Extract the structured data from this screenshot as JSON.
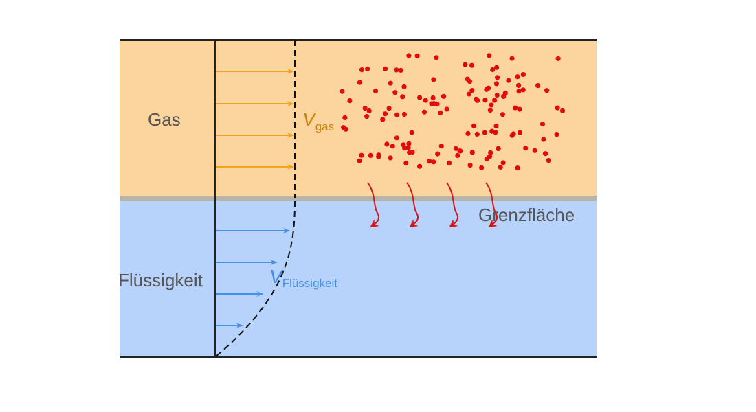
{
  "labels": {
    "gas": "Gas",
    "liquid": "Flüssigkeit",
    "interface": "Grenzfläche",
    "v_gas_main": "V",
    "v_gas_sub": "gas",
    "v_liquid_main": "V",
    "v_liquid_sub": "Flüssigkeit"
  },
  "colors": {
    "gas_fill": "#fcd59e",
    "liquid_fill": "#b7d3fb",
    "interface_line": "#b9b3a8",
    "gas_arrow": "#f5a21e",
    "liquid_arrow": "#4a90e2",
    "particle": "#e00b0b",
    "transfer_arrow": "#d4161c",
    "v_gas_text": "#c9830f",
    "v_liquid_text": "#4a8ee0",
    "label_text": "#555555",
    "boundary": "#222222"
  },
  "gas_velocity_arrows": 4,
  "liquid_velocity_profile": [
    0.58,
    0.48,
    0.37,
    0.21
  ],
  "transfer_arrows": 4
}
